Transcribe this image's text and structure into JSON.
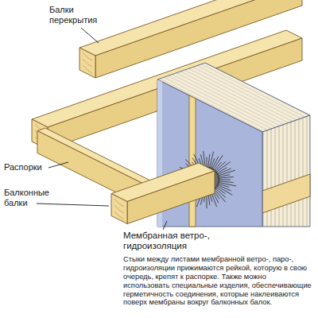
{
  "diagram": {
    "labels": [
      "Балки перекрытия",
      "Распорки",
      "Балконные балки",
      "Мембранная ветро-, гидроизоляция",
      "Стыки между листами мембранной ветро-, паро-, гидроизоляции прижимаются рейкой, которую в свою очередь, крепят к распорке. Также можно использовать специальные изделия, обеспечивающие герметичность соединения, которые наклеиваются поверх мембраны вокруг балконных балок."
    ]
  }
}
